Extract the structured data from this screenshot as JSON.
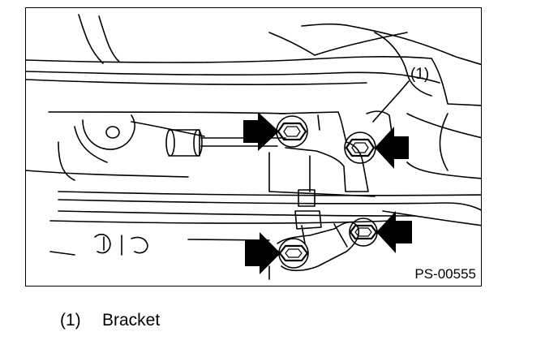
{
  "figure": {
    "callout": "(1)",
    "code": "PS-00555"
  },
  "legend": {
    "items": [
      {
        "number": "(1)",
        "label": "Bracket"
      }
    ]
  },
  "colors": {
    "ink": "#000000",
    "paper": "#ffffff"
  },
  "icons": [
    "arrow-right-icon",
    "arrow-left-icon",
    "hex-bolt-icon"
  ]
}
